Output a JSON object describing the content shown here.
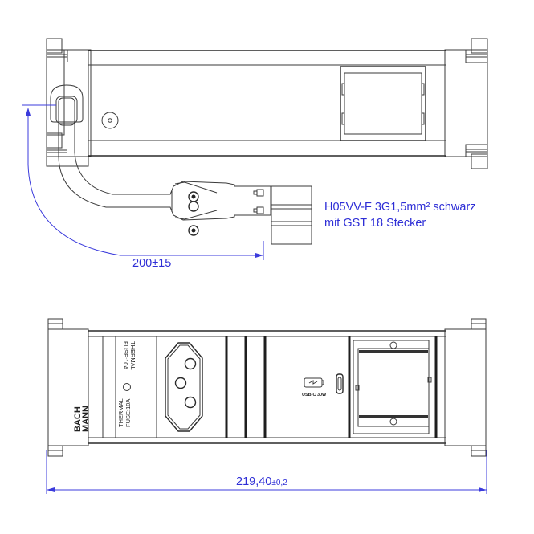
{
  "top_view": {
    "cable_spec_line1": "H05VV-F 3G1,5mm² schwarz",
    "cable_spec_line2": "mit GST 18 Stecker",
    "cable_length_dimension": "200±15",
    "icons": [
      "power-strip-top-view",
      "cable",
      "gst18-connector",
      "module-slot"
    ]
  },
  "front_view": {
    "brand_line1": "BACH",
    "brand_line2": "MANN",
    "fuse_label_upper_1": "THERMAL",
    "fuse_label_upper_2": "FUSE:10A",
    "fuse_label_lower_1": "THERMAL",
    "fuse_label_lower_2": "FUSE:10A",
    "usb_label": "USB-C 30W",
    "length_dimension_main": "219,40",
    "length_dimension_tolerance": "±0,2",
    "icons": [
      "swiss-socket",
      "usb-c-port",
      "charging-icon",
      "empty-module-frame",
      "fuse-reset-button"
    ]
  },
  "colors": {
    "dimension": "#3b3bdc",
    "outline": "#2a2a2a",
    "background": "#ffffff"
  }
}
